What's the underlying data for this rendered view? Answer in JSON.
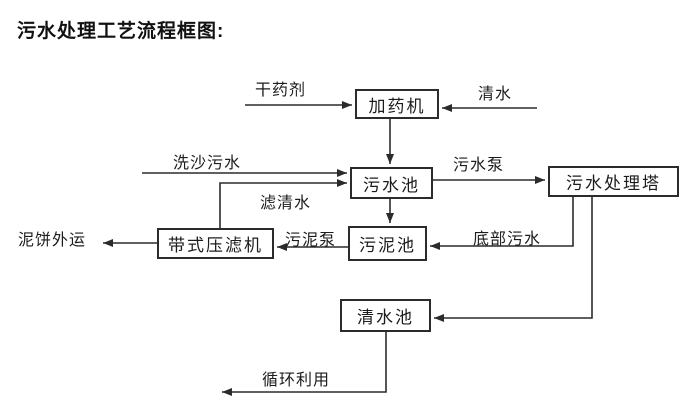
{
  "title": "污水处理工艺流程框图:",
  "colors": {
    "ink": "#1c1c1c",
    "line": "#2b2b2b",
    "node_background": "#ffffff",
    "page_background": "#ffffff"
  },
  "chart_data": {
    "type": "flowchart",
    "title": "污水处理工艺流程框图:",
    "nodes": [
      {
        "id": "dosing-machine",
        "label": "加药机"
      },
      {
        "id": "sewage-pool",
        "label": "污水池"
      },
      {
        "id": "treatment-tower",
        "label": "污水处理塔"
      },
      {
        "id": "sludge-pool",
        "label": "污泥池"
      },
      {
        "id": "belt-filter-press",
        "label": "带式压滤机"
      },
      {
        "id": "clear-water-pool",
        "label": "清水池"
      }
    ],
    "edges": [
      {
        "id": "dry-chemical",
        "label": "干药剂",
        "from": "external-input",
        "to": "dosing-machine"
      },
      {
        "id": "clear-water-in",
        "label": "清水",
        "from": "external-input",
        "to": "dosing-machine"
      },
      {
        "id": "dosing-to-sewage",
        "label": "",
        "from": "dosing-machine",
        "to": "sewage-pool"
      },
      {
        "id": "sand-wash-sewage",
        "label": "洗沙污水",
        "from": "external-input",
        "to": "sewage-pool"
      },
      {
        "id": "filtered-water",
        "label": "滤清水",
        "from": "belt-filter-press",
        "to": "sewage-pool"
      },
      {
        "id": "sewage-pump",
        "label": "污水泵",
        "from": "sewage-pool",
        "to": "treatment-tower"
      },
      {
        "id": "sewage-to-sludge",
        "label": "",
        "from": "sewage-pool",
        "to": "sludge-pool"
      },
      {
        "id": "sludge-pump",
        "label": "污泥泵",
        "from": "sludge-pool",
        "to": "belt-filter-press"
      },
      {
        "id": "bottom-sewage",
        "label": "底部污水",
        "from": "treatment-tower",
        "to": "sludge-pool"
      },
      {
        "id": "tower-to-clear",
        "label": "",
        "from": "treatment-tower",
        "to": "clear-water-pool"
      },
      {
        "id": "mud-cake-out",
        "label": "泥饼外运",
        "from": "belt-filter-press",
        "to": "external-output"
      },
      {
        "id": "recycle-use",
        "label": "循环利用",
        "from": "clear-water-pool",
        "to": "external-output"
      }
    ]
  }
}
